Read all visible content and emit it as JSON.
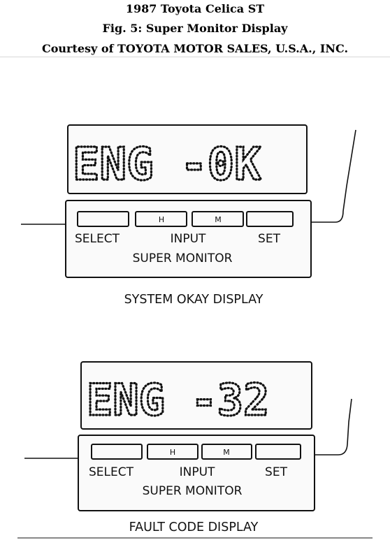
{
  "header": {
    "title": "1987 Toyota Celica ST",
    "figure": "Fig. 5: Super Monitor Display",
    "courtesy": "Courtesy of TOYOTA MOTOR SALES, U.S.A., INC."
  },
  "panels": [
    {
      "display_text": "ENG -0K",
      "buttons": {
        "select": "SELECT",
        "h": "H",
        "input": "INPUT",
        "m": "M",
        "set": "SET"
      },
      "unit_label": "SUPER MONITOR",
      "caption": "SYSTEM OKAY DISPLAY"
    },
    {
      "display_text": "ENG -32",
      "buttons": {
        "select": "SELECT",
        "h": "H",
        "input": "INPUT",
        "m": "M",
        "set": "SET"
      },
      "unit_label": "SUPER MONITOR",
      "caption": "FAULT CODE DISPLAY"
    }
  ]
}
